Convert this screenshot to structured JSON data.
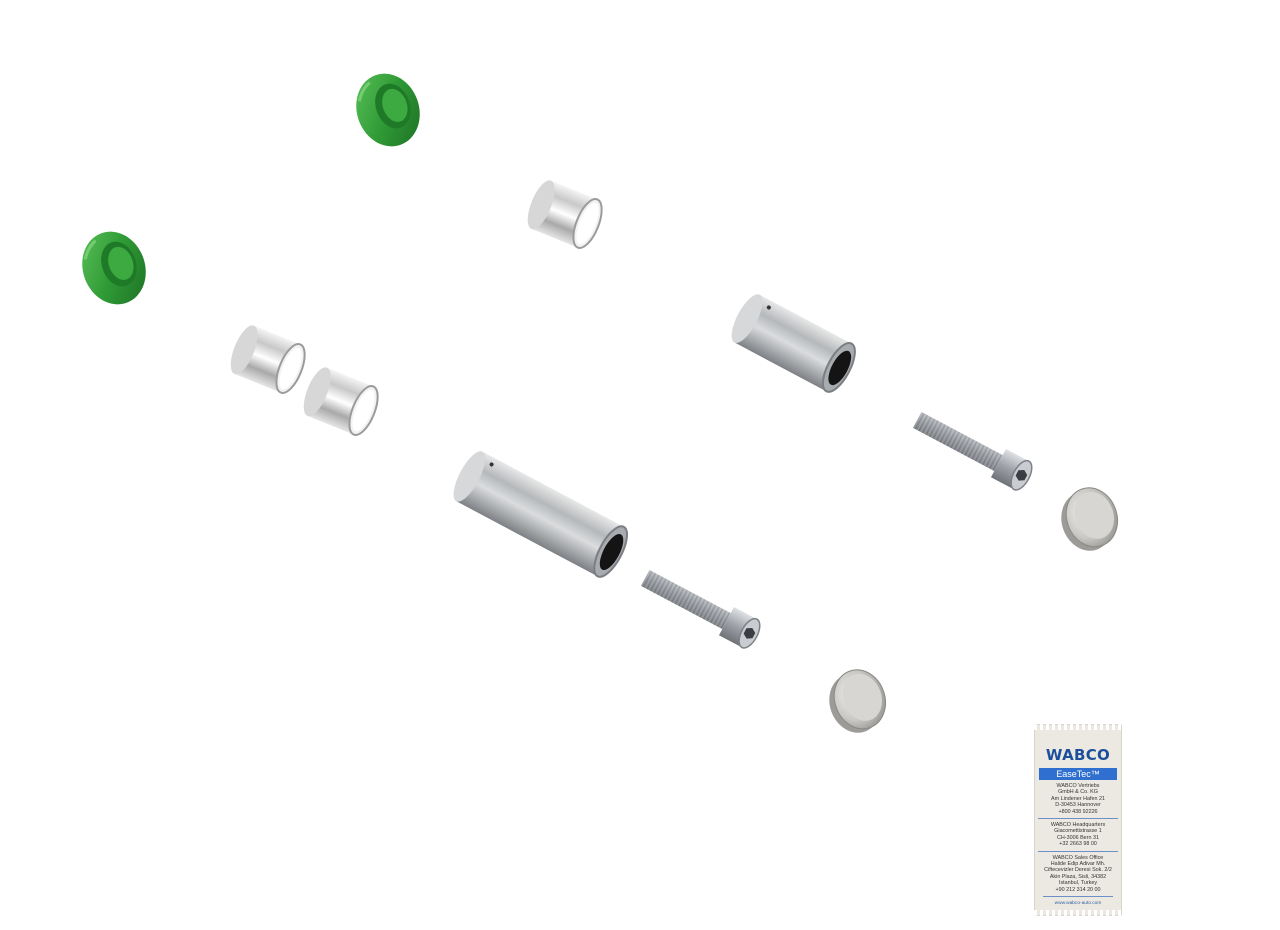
{
  "sachet": {
    "brand": "WABCO",
    "product": "EaseTec™",
    "address_1": [
      "WABCO Vertriebs",
      "GmbH & Co. KG",
      "Am Lindener Hafen 21",
      "D-30453 Hannover",
      "+800 438 92226"
    ],
    "address_2": [
      "WABCO Headquarters",
      "Giacomettistrasse 1",
      "CH-3006 Bern 31",
      "+32 2663 98 00"
    ],
    "address_3": [
      "WABCO Sales Office",
      "Halide Edip Adivar Mh.",
      "Ciftecevizler Deresi Sok. 2/2",
      "Akin Plaza, Sisli, 34382",
      "Istanbul, Turkey",
      "+90 212 314 20 00"
    ],
    "website": "www.wabco-auto.com"
  },
  "colors": {
    "seal_green": "#3a9a3c",
    "metal": "#b9bcc0",
    "brand_blue": "#1b4f9c",
    "label_blue": "#2f6fcf"
  }
}
